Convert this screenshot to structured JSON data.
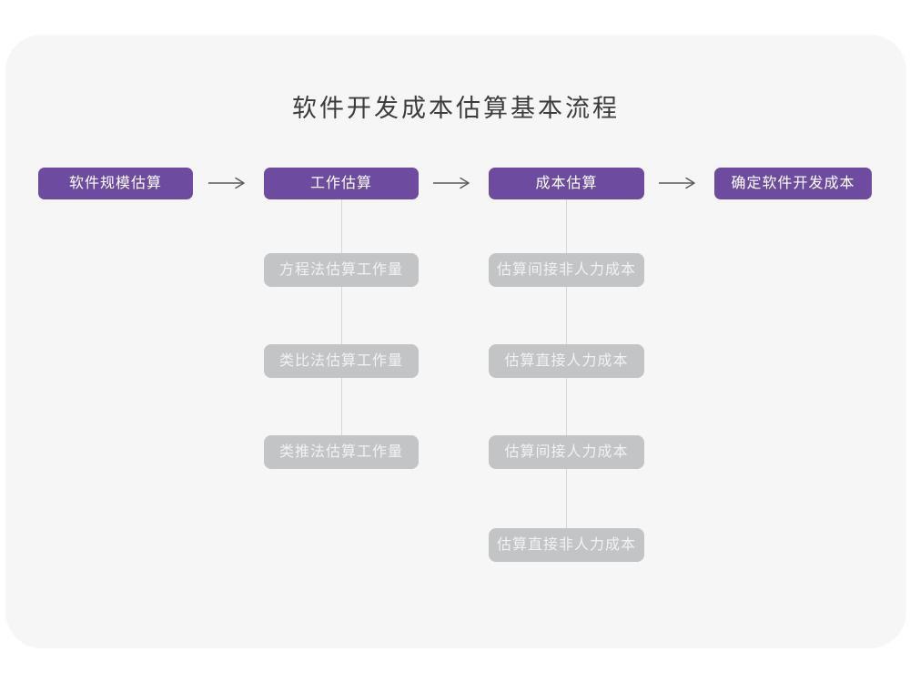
{
  "title": "软件开发成本估算基本流程",
  "colors": {
    "accent_purple": "#6d4b9e",
    "sub_node_gray": "#c3c4c6",
    "connector_line": "#d7d7d9",
    "arrow": "#5a5a5c",
    "panel_background": "#f6f6f7",
    "title_text": "#3c3c3c",
    "main_node_text": "#ffffff",
    "sub_node_text": "#f2f2f2"
  },
  "flow": {
    "main_nodes": [
      {
        "label": "软件规模估算"
      },
      {
        "label": "工作估算"
      },
      {
        "label": "成本估算"
      },
      {
        "label": "确定软件开发成本"
      }
    ],
    "work_estimation_methods": [
      "方程法估算工作量",
      "类比法估算工作量",
      "类推法估算工作量"
    ],
    "cost_estimation_steps": [
      "估算间接非人力成本",
      "估算直接人力成本",
      "估算间接人力成本",
      "估算直接非人力成本"
    ]
  }
}
